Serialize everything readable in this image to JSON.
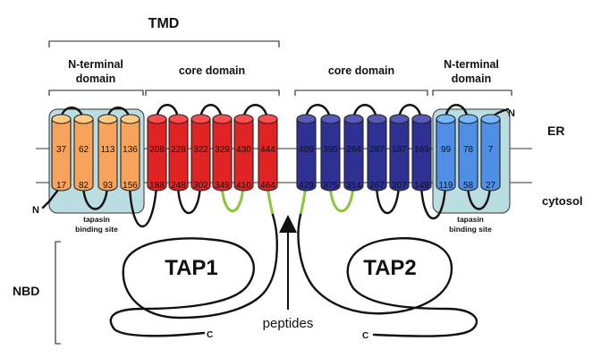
{
  "labels": {
    "tmd": "TMD",
    "nterm_left_1": "N-terminal",
    "nterm_left_2": "domain",
    "core_left": "core domain",
    "core_right": "core domain",
    "nterm_right_1": "N-terminal",
    "nterm_right_2": "domain",
    "er": "ER",
    "cytosol": "cytosol",
    "tapasin_left_1": "tapasin",
    "tapasin_left_2": "binding site",
    "tapasin_right_1": "tapasin",
    "tapasin_right_2": "binding site",
    "n_left": "N",
    "n_right": "N",
    "nbd": "NBD",
    "tap1": "TAP1",
    "tap2": "TAP2",
    "c_left": "C",
    "c_right": "C",
    "peptides": "peptides"
  },
  "colors": {
    "orange": "#f7a35c",
    "red": "#e02424",
    "darkblue": "#2e3192",
    "lightblue": "#4f8fe6",
    "tapasin_box": "#b9dde0",
    "green": "#8cc63f"
  },
  "tap1_helices": [
    {
      "top": "37",
      "bottom": "17",
      "color": "orange"
    },
    {
      "top": "62",
      "bottom": "82",
      "color": "orange"
    },
    {
      "top": "113",
      "bottom": "93",
      "color": "orange"
    },
    {
      "top": "136",
      "bottom": "156",
      "color": "orange"
    },
    {
      "top": "208",
      "bottom": "188",
      "color": "red"
    },
    {
      "top": "228",
      "bottom": "248",
      "color": "red"
    },
    {
      "top": "322",
      "bottom": "302",
      "color": "red"
    },
    {
      "top": "329",
      "bottom": "349",
      "color": "red"
    },
    {
      "top": "430",
      "bottom": "410",
      "color": "red"
    },
    {
      "top": "444",
      "bottom": "464",
      "color": "red"
    }
  ],
  "tap2_helices": [
    {
      "top": "409",
      "bottom": "429",
      "color": "darkblue"
    },
    {
      "top": "395",
      "bottom": "375",
      "color": "darkblue"
    },
    {
      "top": "294",
      "bottom": "314",
      "color": "darkblue"
    },
    {
      "top": "287",
      "bottom": "267",
      "color": "darkblue"
    },
    {
      "top": "187",
      "bottom": "207",
      "color": "darkblue"
    },
    {
      "top": "169",
      "bottom": "149",
      "color": "darkblue"
    },
    {
      "top": "99",
      "bottom": "119",
      "color": "lightblue"
    },
    {
      "top": "78",
      "bottom": "58",
      "color": "lightblue"
    },
    {
      "top": "7",
      "bottom": "27",
      "color": "lightblue"
    }
  ]
}
